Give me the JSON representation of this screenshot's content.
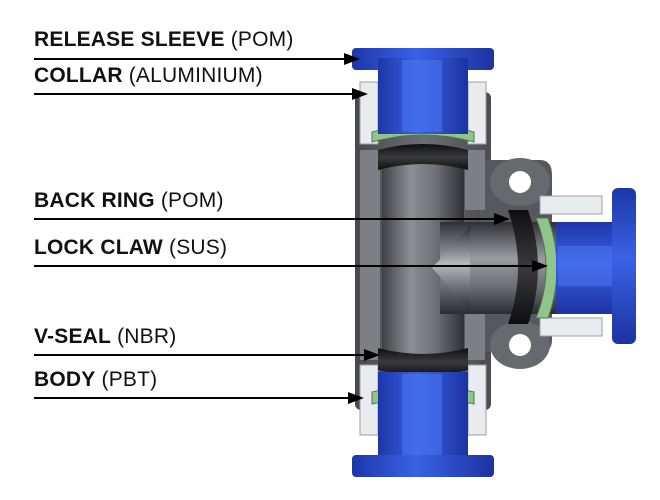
{
  "labels": [
    {
      "name": "RELEASE SLEEVE",
      "material": "(POM)"
    },
    {
      "name": "COLLAR",
      "material": "(ALUMINIUM)"
    },
    {
      "name": "BACK RING",
      "material": "(POM)"
    },
    {
      "name": "LOCK CLAW",
      "material": "(SUS)"
    },
    {
      "name": "V-SEAL",
      "material": "(NBR)"
    },
    {
      "name": "BODY",
      "material": "(PBT)"
    }
  ],
  "colors": {
    "sleeve_blue": "#2f55d8",
    "sleeve_blue_dark": "#1a33a0",
    "body_grey": "#5f6266",
    "body_grey_dark": "#3c3e42",
    "collar_white": "#e9ecef",
    "seal_black": "#1d1d1f",
    "claw_green": "#8fc48a",
    "leader_line": "#000000"
  }
}
